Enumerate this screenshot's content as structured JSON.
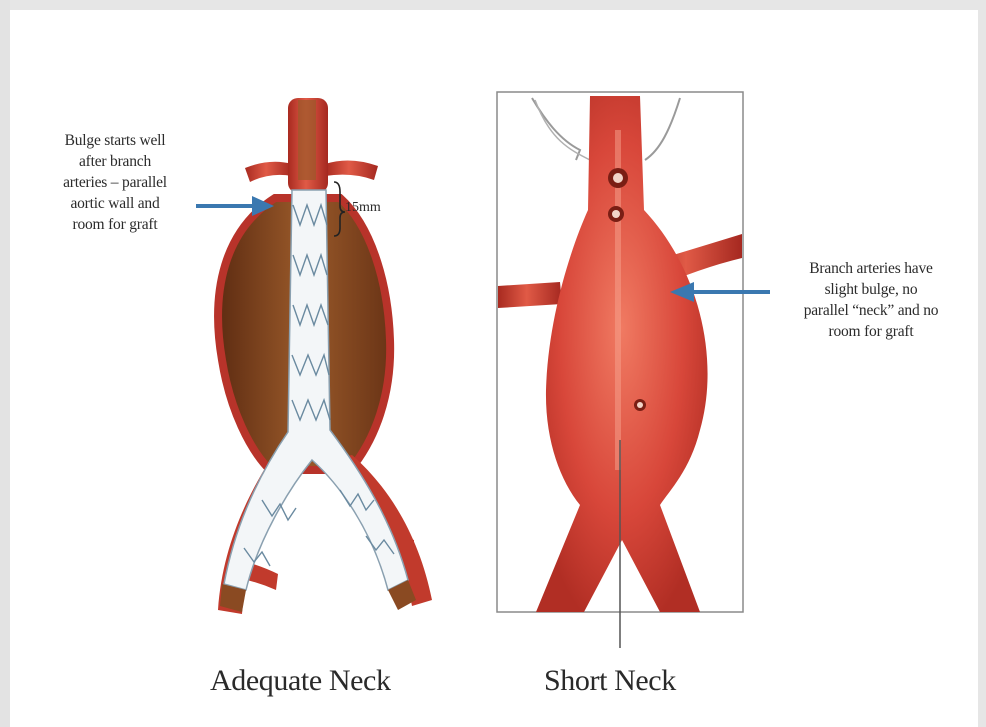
{
  "left_panel": {
    "callout_lines": [
      "Bulge starts well",
      "after branch",
      "arteries – parallel",
      "aortic wall and",
      "room for graft"
    ],
    "measurement": "15mm",
    "caption": "Adequate Neck"
  },
  "right_panel": {
    "callout_lines": [
      "Branch arteries have",
      "slight bulge, no",
      "parallel “neck” and no",
      "room for graft"
    ],
    "caption": "Short Neck"
  },
  "colors": {
    "artery_red": "#c8372c",
    "artery_light": "#e45a45",
    "aneurysm_brown": "#8a4a22",
    "stent_white": "#f3f6f8",
    "arrow_blue": "#3a78b0"
  }
}
